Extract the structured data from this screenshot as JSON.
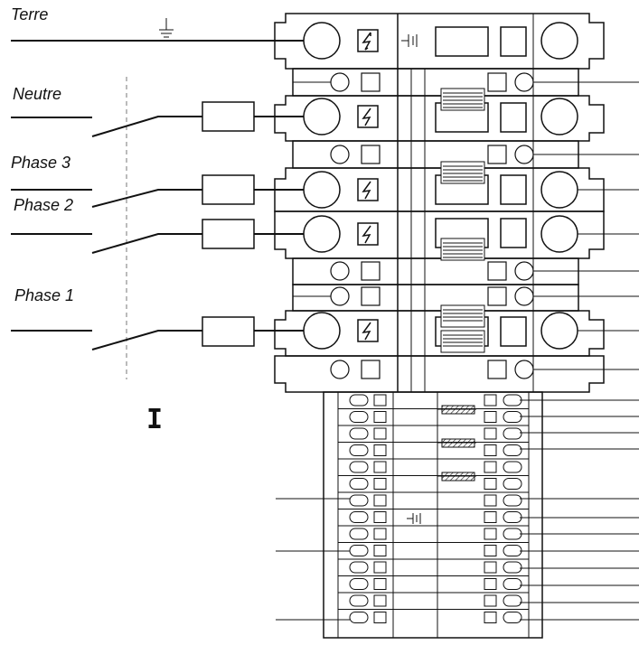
{
  "diagram": {
    "labels": {
      "terre": "Terre",
      "neutre": "Neutre",
      "phase3": "Phase 3",
      "phase2": "Phase 2",
      "phase1": "Phase 1"
    },
    "switch_symbol": "I",
    "colors": {
      "line": "#111111",
      "dashed": "#777777",
      "background": "#ffffff"
    },
    "icons": [
      "ground-icon",
      "lightning-icon",
      "resistor-icon",
      "fuse-icon",
      "terminal-circle-icon"
    ]
  }
}
